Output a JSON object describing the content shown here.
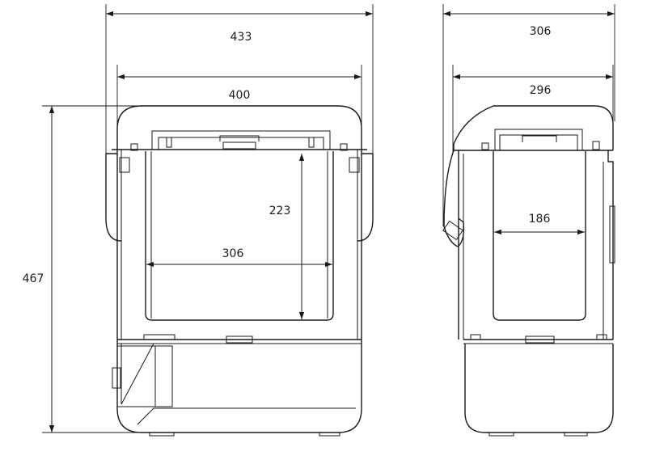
{
  "front_view": {
    "overall_width": "433",
    "inner_width": "400",
    "overall_height": "467",
    "cavity_depth": "223",
    "cavity_width": "306"
  },
  "side_view": {
    "overall_depth": "306",
    "inner_depth": "296",
    "cavity_depth": "186"
  }
}
